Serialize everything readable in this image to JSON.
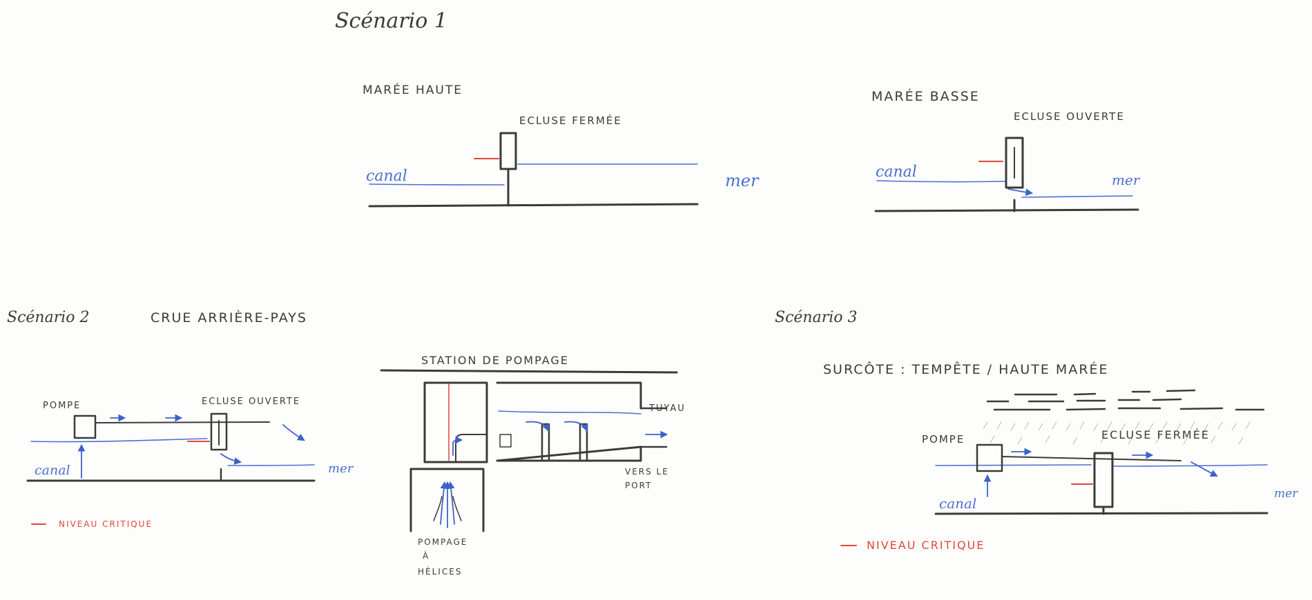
{
  "scenario1": {
    "title": "Scénario 1",
    "high_tide": {
      "label": "MARÉE HAUTE",
      "lock_label": "ECLUSE FERMÉE",
      "canal_label": "canal",
      "sea_label": "mer"
    },
    "low_tide": {
      "label": "MARÉE BASSE",
      "lock_label": "ECLUSE OUVERTE",
      "canal_label": "canal",
      "sea_label": "mer"
    }
  },
  "scenario2": {
    "title": "Scénario 2",
    "subtitle": "CRUE ARRIÈRE-PAYS",
    "pump_label": "POMPE",
    "lock_label": "ECLUSE OUVERTE",
    "canal_label": "canal",
    "sea_label": "mer",
    "legend_critical": "NIVEAU CRITIQUE",
    "station": {
      "title": "STATION DE POMPAGE",
      "pipe_label": "TUYAU",
      "to_port_line1": "VERS LE",
      "to_port_line2": "PORT",
      "pumping_line1": "POMPAGE",
      "pumping_line2": "À",
      "pumping_line3": "HÉLICES"
    }
  },
  "scenario3": {
    "title": "Scénario 3",
    "subtitle": "SURCÔTE : TEMPÊTE / HAUTE MARÉE",
    "pump_label": "POMPE",
    "lock_label": "ECLUSE FERMÉE",
    "canal_label": "canal",
    "sea_label": "mer",
    "legend_critical": "NIVEAU CRITIQUE"
  },
  "colors": {
    "ink": "#3a3a3a",
    "water": "#4a6fd1",
    "critical": "#e0453a",
    "paper": "#fdfdfb"
  }
}
